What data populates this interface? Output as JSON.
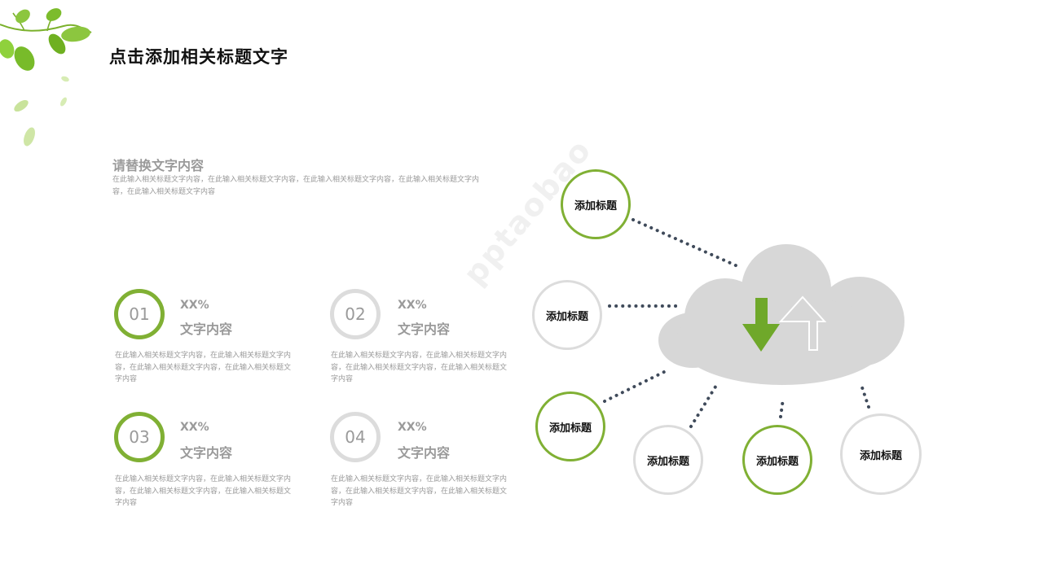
{
  "header": {
    "title": "点击添加相关标题文字"
  },
  "intro": {
    "heading": "请替换文字内容",
    "body": "在此输入相关标题文字内容，在此输入相关标题文字内容，在此输入相关标题文字内容，在此输入相关标题文字内容，在此输入相关标题文字内容"
  },
  "items": [
    {
      "number": "01",
      "percent": "XX%",
      "label": "文字内容",
      "desc": "在此输入相关标题文字内容，在此输入相关标题文字内容，在此输入相关标题文字内容，在此输入相关标题文字内容",
      "accent": "green"
    },
    {
      "number": "02",
      "percent": "XX%",
      "label": "文字内容",
      "desc": "在此输入相关标题文字内容，在此输入相关标题文字内容，在此输入相关标题文字内容，在此输入相关标题文字内容",
      "accent": "grey"
    },
    {
      "number": "03",
      "percent": "XX%",
      "label": "文字内容",
      "desc": "在此输入相关标题文字内容，在此输入相关标题文字内容，在此输入相关标题文字内容，在此输入相关标题文字内容",
      "accent": "green"
    },
    {
      "number": "04",
      "percent": "XX%",
      "label": "文字内容",
      "desc": "在此输入相关标题文字内容，在此输入相关标题文字内容，在此输入相关标题文字内容，在此输入相关标题文字内容",
      "accent": "grey"
    }
  ],
  "diagram": {
    "nodes": [
      {
        "label": "添加标题",
        "accent": "green"
      },
      {
        "label": "添加标题",
        "accent": "grey"
      },
      {
        "label": "添加标题",
        "accent": "green"
      },
      {
        "label": "添加标题",
        "accent": "grey"
      },
      {
        "label": "添加标题",
        "accent": "green"
      },
      {
        "label": "添加标题",
        "accent": "grey"
      }
    ]
  },
  "watermark": "pptaobao",
  "colors": {
    "accent_green": "#80b034",
    "ring_grey": "#dcdcdc",
    "cloud": "#d7d7d7",
    "dots": "#3f4a5a",
    "text_grey": "#9a9a9a"
  }
}
